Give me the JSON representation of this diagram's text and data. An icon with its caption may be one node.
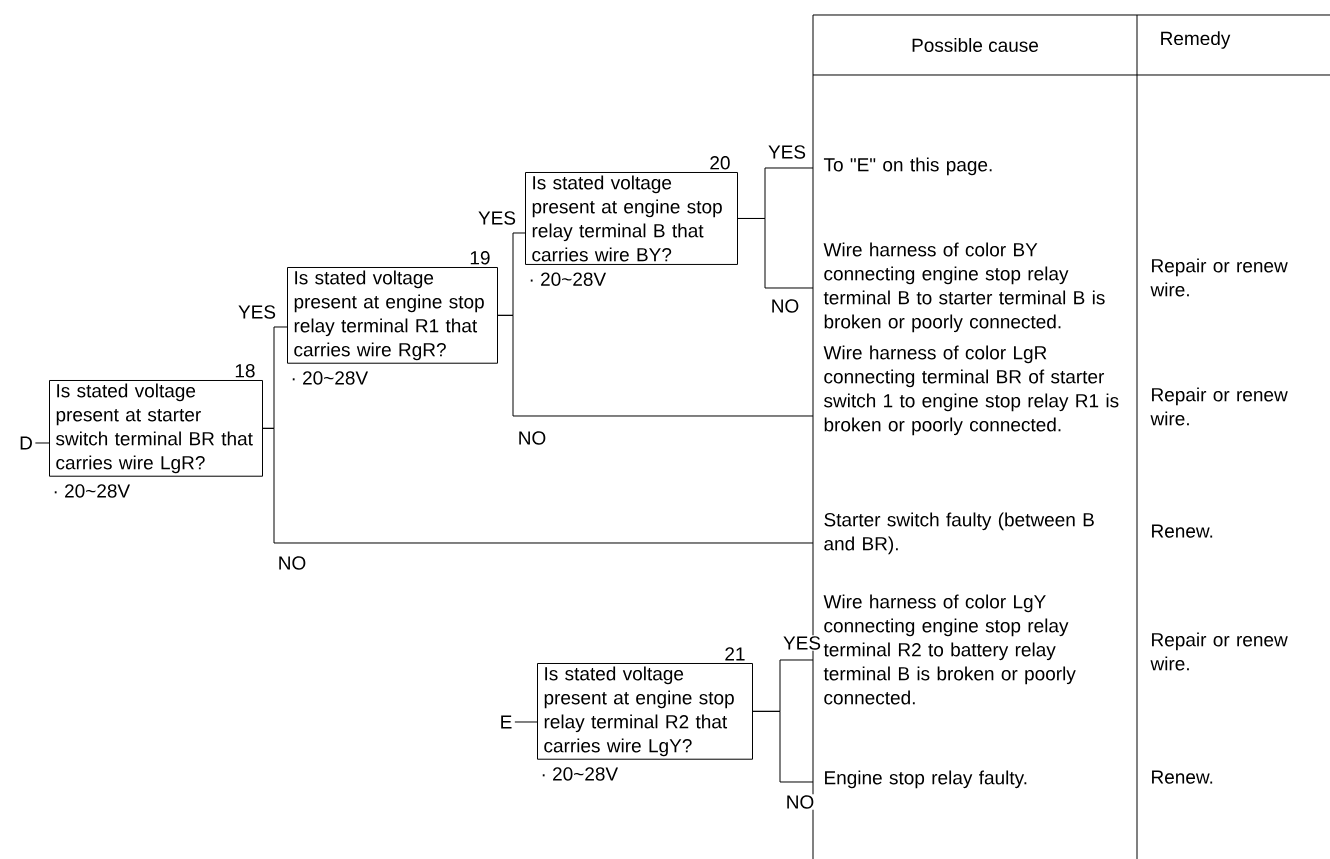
{
  "diagram": {
    "nodes": [
      {
        "text": [
          "D"
        ]
      },
      {
        "text": [
          "Is stated voltage present at starter switch terminal BR that carries wire LgR?"
        ],
        "beside": [
          "18",
          "· 20~28V"
        ]
      },
      {
        "text": [
          "Is stated voltage present at engine stop relay terminal R1 that carries wire RgR?"
        ],
        "beside": [
          "19",
          "· 20~28V"
        ]
      },
      {
        "text": [
          "Is stated voltage present at engine stop relay terminal B that carries wire BY?"
        ],
        "beside": [
          "20",
          "· 20~28V"
        ]
      },
      {
        "text": [
          "E"
        ]
      },
      {
        "text": [
          "Is stated voltage present at engine stop relay terminal R2 that carries wire LgY?"
        ],
        "beside": [
          "21",
          "· 20~28V"
        ]
      },
      {
        "text": [
          "To \"E\" on this page."
        ]
      },
      {
        "text": [
          "Wire harness of color BY connecting engine stop relay terminal B to starter terminal B is broken or poorly connected."
        ]
      },
      {
        "text": [
          "Wire harness of color LgR connecting terminal BR of starter switch 1 to engine stop relay R1 is broken or poorly connected."
        ]
      },
      {
        "text": [
          "Starter switch faulty (between B and BR)."
        ]
      },
      {
        "text": [
          "Wire harness of color LgY connecting engine stop relay terminal R2 to battery relay terminal B is broken or poorly connected."
        ]
      },
      {
        "text": [
          "Engine stop relay faulty."
        ]
      }
    ],
    "edges": [
      {
        "from": 0,
        "to": 1,
        "arrow": "none"
      },
      {
        "from": 1,
        "to": 2,
        "arrow": "none",
        "label": "YES"
      },
      {
        "from": 1,
        "to": 9,
        "arrow": "none",
        "label": "NO"
      },
      {
        "from": 2,
        "to": 3,
        "arrow": "none",
        "label": "YES"
      },
      {
        "from": 2,
        "to": 8,
        "arrow": "none",
        "label": "NO"
      },
      {
        "from": 3,
        "to": 6,
        "arrow": "none",
        "label": "YES"
      },
      {
        "from": 3,
        "to": 7,
        "arrow": "none",
        "label": "NO"
      },
      {
        "from": 4,
        "to": 5,
        "arrow": "none"
      },
      {
        "from": 5,
        "to": 10,
        "arrow": "none",
        "label": "YES"
      },
      {
        "from": 5,
        "to": 11,
        "arrow": "none",
        "label": "NO"
      }
    ],
    "labels": [
      "Possible cause",
      "Remedy",
      "Repair or renew wire.",
      "Repair or renew wire.",
      "Renew.",
      "Repair or renew wire.",
      "Renew."
    ]
  }
}
